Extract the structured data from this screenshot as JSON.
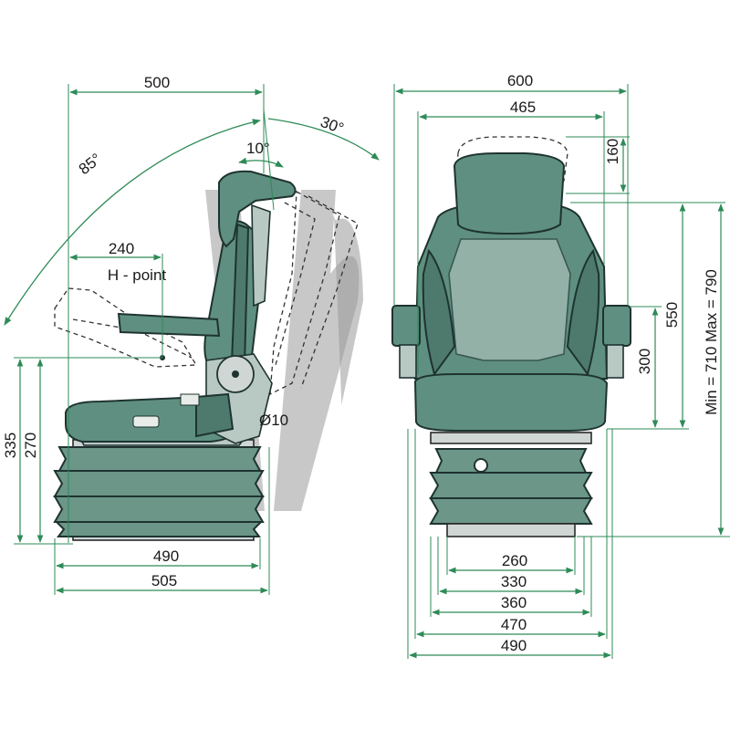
{
  "side_view": {
    "width_top": "500",
    "angle_recline": "85°",
    "angle_back_fwd": "10°",
    "angle_armrest": "30°",
    "h_point_offset": "240",
    "h_point_label": "H - point",
    "pivot_diameter": "Ø10",
    "height_335": "335",
    "height_270": "270",
    "depth_490": "490",
    "depth_505": "505"
  },
  "front_view": {
    "width_600": "600",
    "width_465": "465",
    "headrest_adj": "160",
    "armrest_height": "300",
    "backrest_height": "550",
    "total_height": "Min = 710  Max = 790",
    "width_260": "260",
    "width_330": "330",
    "width_360": "360",
    "width_470": "470",
    "width_490": "490"
  },
  "colors": {
    "dimension_line": "#2e8b57",
    "upholstery": "#5f8f80",
    "frame": "#cfd6d3"
  }
}
